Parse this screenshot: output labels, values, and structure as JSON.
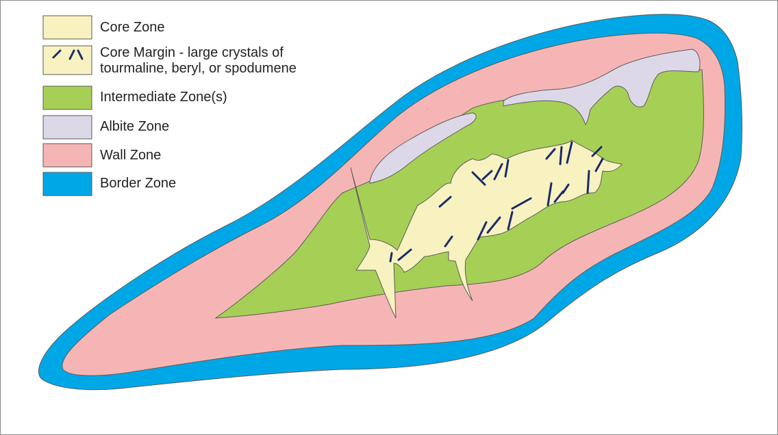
{
  "legend": [
    {
      "key": "core",
      "label": "Core Zone",
      "color": "#F7F2C0"
    },
    {
      "key": "core_margin",
      "label": "Core Margin - large crystals of\ntourmaline, beryl, or spodumene",
      "color": "#F7F2C0",
      "crystal_color": "#1B2A6B"
    },
    {
      "key": "intermediate",
      "label": "Intermediate Zone(s)",
      "color": "#A6D055"
    },
    {
      "key": "albite",
      "label": "Albite Zone",
      "color": "#DDD8E8"
    },
    {
      "key": "wall",
      "label": "Wall Zone",
      "color": "#F6B5B5"
    },
    {
      "key": "border",
      "label": "Border Zone",
      "color": "#00A7E6"
    }
  ]
}
